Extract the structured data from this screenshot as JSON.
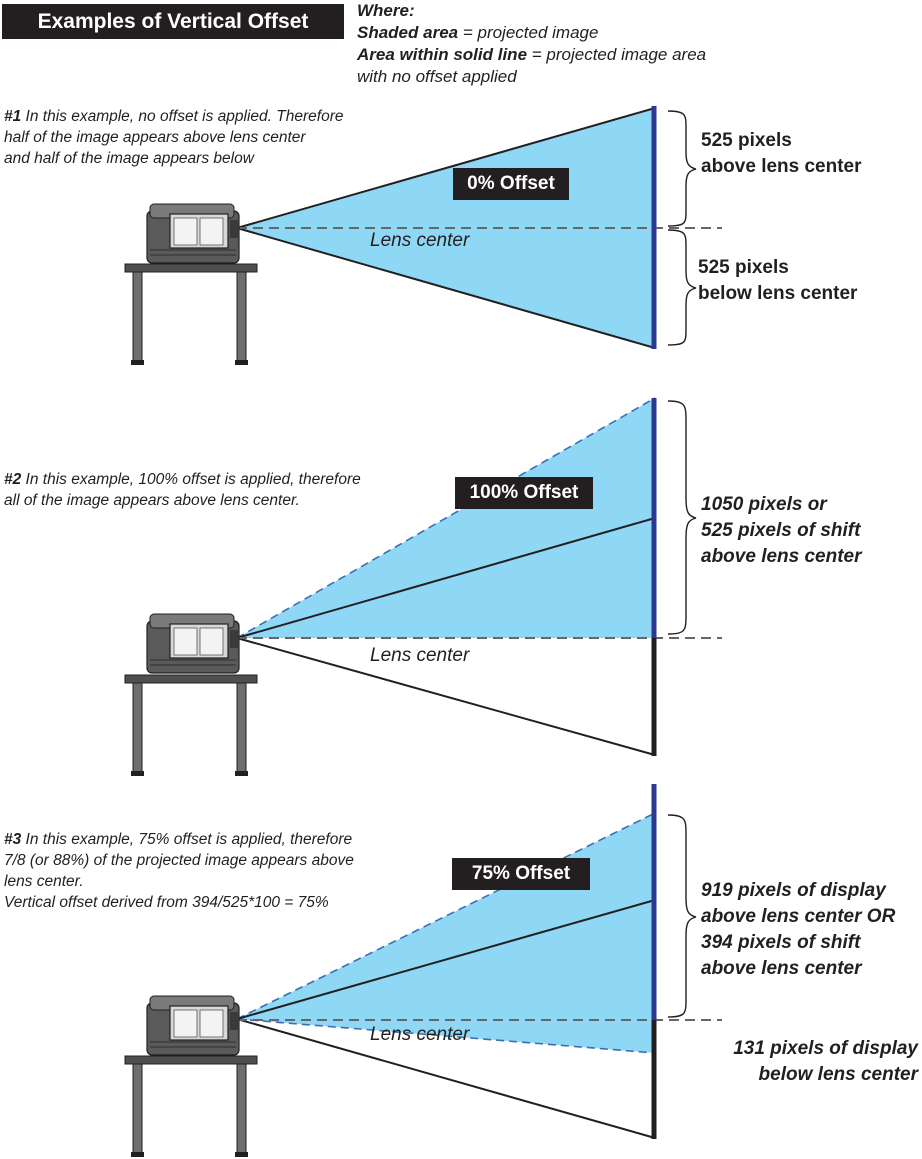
{
  "title": "Examples of Vertical Offset",
  "legend": {
    "heading": "Where:",
    "shaded_term": "Shaded area",
    "shaded_def": " = projected image",
    "solid_term": "Area within solid line",
    "solid_def": " = projected image area",
    "solid_def_cont": "with no offset applied"
  },
  "examples": [
    {
      "num": "#1",
      "desc_lines": [
        " In this example, no offset is applied. Therefore",
        "half of the image appears above lens center",
        "and half of the image appears below"
      ],
      "badge": "0% Offset",
      "lens_label": "Lens center",
      "notes": [
        {
          "lines": [
            "525 pixels",
            "above lens center"
          ]
        },
        {
          "lines": [
            "525 pixels",
            "below lens center"
          ]
        }
      ]
    },
    {
      "num": "#2",
      "desc_lines": [
        " In this example, 100% offset is applied, therefore",
        "all of the image appears above lens center."
      ],
      "badge": "100% Offset",
      "lens_label": "Lens center",
      "notes": [
        {
          "lines": [
            "1050 pixels or",
            "525 pixels of shift",
            "above lens center"
          ]
        }
      ]
    },
    {
      "num": "#3",
      "desc_lines": [
        " In this example, 75% offset is applied, therefore",
        "7/8 (or 88%) of the projected image appears above",
        " lens center.",
        "Vertical offset derived from 394/525*100 = 75%"
      ],
      "badge": "75% Offset",
      "lens_label": "Lens center",
      "notes": [
        {
          "lines": [
            "919 pixels of display",
            "above lens center OR",
            "394 pixels of shift",
            "above lens center"
          ]
        },
        {
          "lines": [
            "131 pixels of display",
            "below lens center"
          ]
        }
      ]
    }
  ],
  "colors": {
    "shade": "#8fd8f5",
    "screen": "#2b3990",
    "ink": "#231f20",
    "dash": "#666666",
    "projector_body": "#5a5a5a"
  }
}
